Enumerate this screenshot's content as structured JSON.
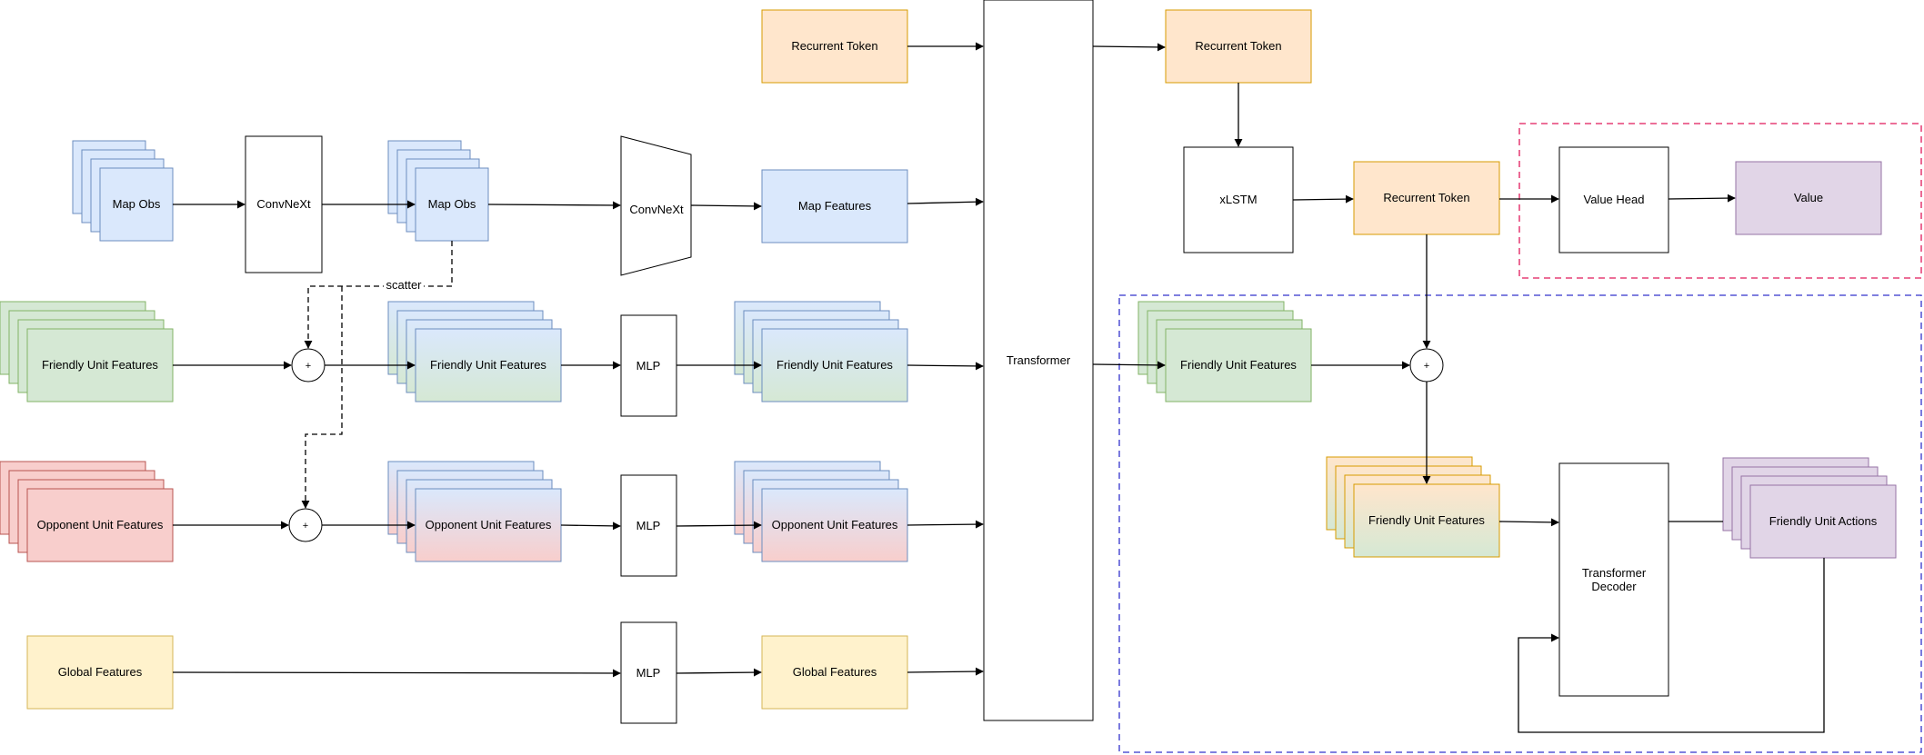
{
  "labels": {
    "map_obs": "Map Obs",
    "convnext": "ConvNeXt",
    "map_features": "Map Features",
    "recurrent_token": "Recurrent Token",
    "friendly_unit_features": "Friendly Unit Features",
    "opponent_unit_features": "Opponent Unit Features",
    "global_features": "Global Features",
    "mlp": "MLP",
    "transformer": "Transformer",
    "xlstm": "xLSTM",
    "value_head": "Value Head",
    "value": "Value",
    "transformer_decoder_line1": "Transformer",
    "transformer_decoder_line2": "Decoder",
    "friendly_unit_actions": "Friendly Unit Actions",
    "plus": "+",
    "scatter": "scatter"
  },
  "colors": {
    "blue_fill": "#dae8fc",
    "blue_stroke": "#6c8ebf",
    "green_fill": "#d5e8d4",
    "green_stroke": "#82b366",
    "red_fill": "#f8cecc",
    "red_stroke": "#b85450",
    "yellow_fill": "#fff2cc",
    "yellow_stroke": "#d6b656",
    "orange_fill": "#ffe6cc",
    "orange_stroke": "#d79b00",
    "purple_fill": "#e1d5e7",
    "purple_stroke": "#9673a6",
    "value_region_border": "#e0195a",
    "decoder_region_border": "#3333cc"
  }
}
